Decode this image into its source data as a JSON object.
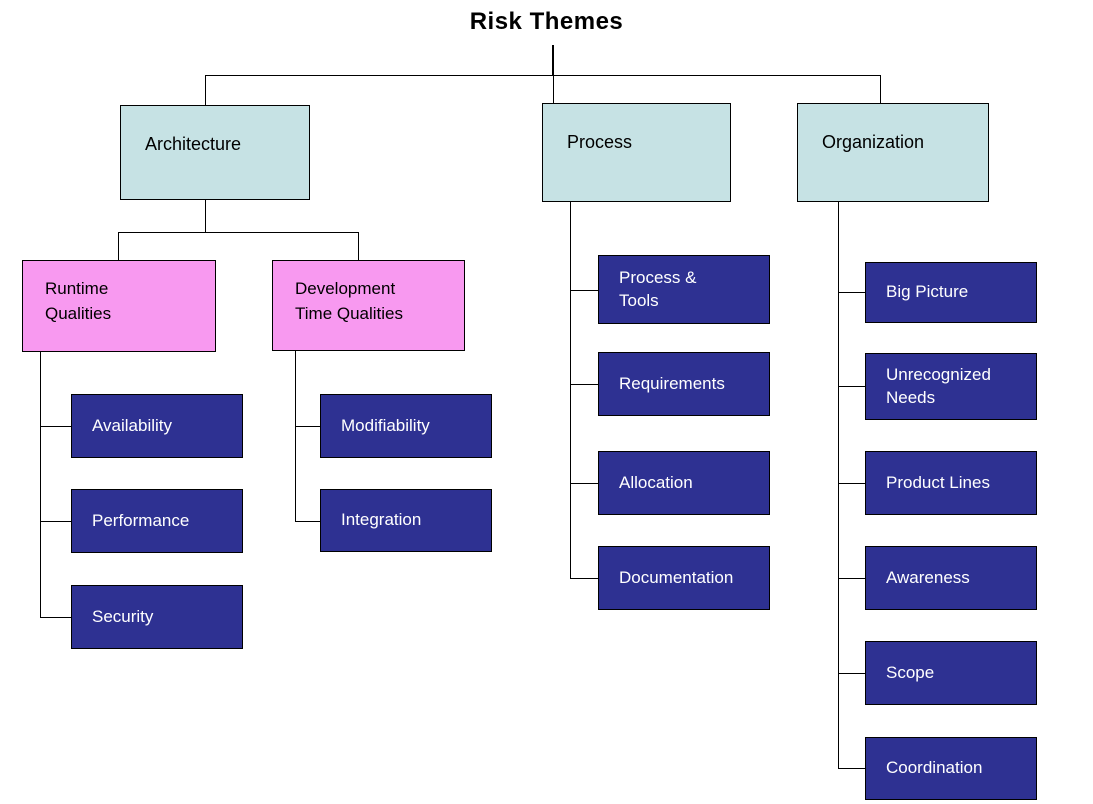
{
  "title": "Risk Themes",
  "colors": {
    "category_fill": "#c6e2e4",
    "group_fill": "#f899f0",
    "leaf_fill": "#2e3192",
    "leaf_text": "#ffffff",
    "line": "#000000"
  },
  "branches": [
    {
      "label": "Architecture",
      "groups": [
        {
          "label": "Runtime\nQualities",
          "children": [
            {
              "label": "Availability"
            },
            {
              "label": "Performance"
            },
            {
              "label": "Security"
            }
          ]
        },
        {
          "label": "Development\nTime Qualities",
          "children": [
            {
              "label": "Modifiability"
            },
            {
              "label": "Integration"
            }
          ]
        }
      ]
    },
    {
      "label": "Process",
      "children": [
        {
          "label": "Process &\nTools"
        },
        {
          "label": "Requirements"
        },
        {
          "label": "Allocation"
        },
        {
          "label": "Documentation"
        }
      ]
    },
    {
      "label": "Organization",
      "children": [
        {
          "label": "Big Picture"
        },
        {
          "label": "Unrecognized\nNeeds"
        },
        {
          "label": "Product Lines"
        },
        {
          "label": "Awareness"
        },
        {
          "label": "Scope"
        },
        {
          "label": "Coordination"
        }
      ]
    }
  ]
}
